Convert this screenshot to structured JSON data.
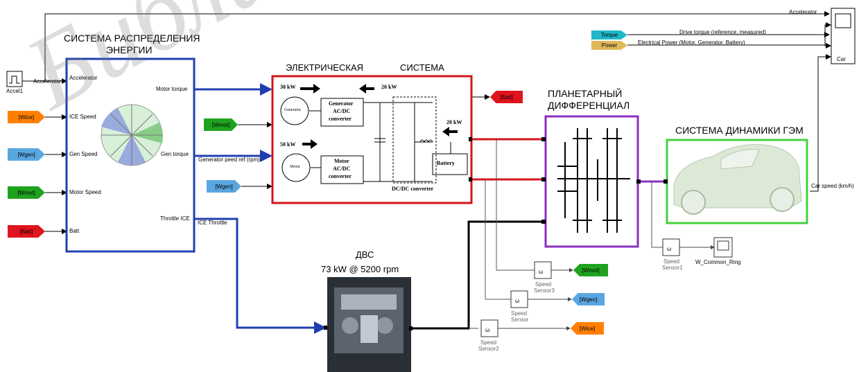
{
  "blocks": {
    "energy_title_1": "СИСТЕМА РАСПРЕДЕЛЕНИЯ",
    "energy_title_2": "ЭНЕРГИИ",
    "electric_title_1": "ЭЛЕКТРИЧЕСКАЯ",
    "electric_title_2": "СИСТЕМА",
    "planetary_title_1": "ПЛАНЕТАРНЫЙ",
    "planetary_title_2": "ДИФФЕРЕНЦИАЛ",
    "dynamics_title": "СИСТЕМА ДИНАМИКИ ГЭМ",
    "engine_title_1": "ДВС",
    "engine_title_2": "73 kW @ 5200 rpm",
    "car_label": "Car"
  },
  "ports": {
    "accelerator": "Accelerator",
    "ice_speed": "ICE Speed",
    "gen_speed": "Gen Speed",
    "motor_speed": "Motor Speed",
    "batt": "Batt",
    "motor_torque": "Motor torque",
    "gen_torque": "Gen torque",
    "throttle_ice": "Throttle ICE"
  },
  "signals": {
    "accel1": "Accel1",
    "accelerator_line": "Accelerator",
    "accelerator_top": "Accelerator",
    "generator_speed_ref": "Generator peed ref (rpm)",
    "ice_throttle": "ICE Throttle",
    "drive_torque": "Drive torque (reference, measured)",
    "electrical_power": "Electrical Power (Motor, Generator, Battery)",
    "car_speed": "Car speed (km/h)"
  },
  "tags": {
    "wice_in": "[Wice]",
    "wgen_in": "[Wgen]",
    "wmot_in": "[Wmot]",
    "batt_in": "[Batt]",
    "wmot_mid": "[Wmot]",
    "wgen_mid": "[Wgen]",
    "batt_out": "[Batt]",
    "wmot_out": "[Wmot]",
    "wgen_out": "[Wgen]",
    "wice_out": "[Wice]",
    "torque": "Torque",
    "power": "Power"
  },
  "sensors": {
    "s3_1": "Speed",
    "s3_2": "Sensor3",
    "s_1": "Speed",
    "s_2": "Sensor",
    "s2_1": "Speed",
    "s2_2": "Sensor2",
    "s1_1": "Speed",
    "s1_2": "Sensor1",
    "scope": "W_Common_Ring"
  },
  "schematic": {
    "p30": "30 kW",
    "p20a": "20 kW",
    "p50": "50 kW",
    "p20b": "20 kW",
    "generator": "Generator",
    "gen_conv_1": "Generator",
    "gen_conv_2": "AC/DC",
    "gen_conv_3": "converter",
    "motor": "Motor",
    "mot_conv_1": "Motor",
    "mot_conv_2": "AC/DC",
    "mot_conv_3": "converter",
    "battery": "Battery",
    "dcdc": "DC/DC converter"
  },
  "watermark": "Библиотека",
  "colors": {
    "blue": "#1f3fb0",
    "red": "#d2161b",
    "purple": "#8a2fc0",
    "green": "#45d03c",
    "tag_orange": "#ff8000",
    "tag_blue": "#5aa6e0",
    "tag_green": "#1fa31f",
    "tag_red": "#e0141c",
    "tag_cyan": "#20b8c8",
    "tag_tan": "#e0b85a"
  }
}
